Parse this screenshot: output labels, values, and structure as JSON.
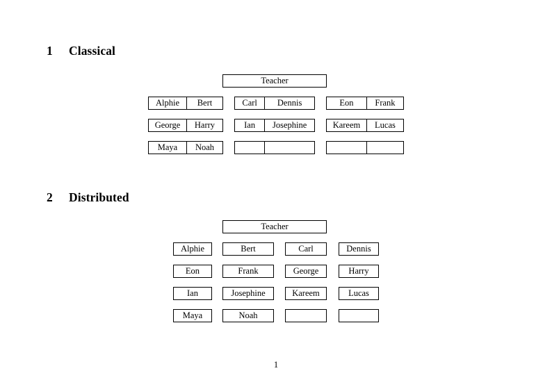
{
  "document": {
    "page_number": "1",
    "sections": [
      {
        "number": "1",
        "title": "Classical",
        "layout": "grouped-pairs",
        "teacher_label": "Teacher",
        "groups": [
          {
            "rows": [
              [
                "Alphie",
                "Bert"
              ],
              [
                "George",
                "Harry"
              ],
              [
                "Maya",
                "Noah"
              ]
            ]
          },
          {
            "rows": [
              [
                "Carl",
                "Dennis"
              ],
              [
                "Ian",
                "Josephine"
              ],
              [
                "",
                ""
              ]
            ]
          },
          {
            "rows": [
              [
                "Eon",
                "Frank"
              ],
              [
                "Kareem",
                "Lucas"
              ],
              [
                "",
                ""
              ]
            ]
          }
        ]
      },
      {
        "number": "2",
        "title": "Distributed",
        "layout": "single-cells-grid",
        "teacher_label": "Teacher",
        "rows": [
          [
            "Alphie",
            "Bert",
            "Carl",
            "Dennis"
          ],
          [
            "Eon",
            "Frank",
            "George",
            "Harry"
          ],
          [
            "Ian",
            "Josephine",
            "Kareem",
            "Lucas"
          ],
          [
            "Maya",
            "Noah",
            "",
            ""
          ]
        ]
      }
    ]
  }
}
